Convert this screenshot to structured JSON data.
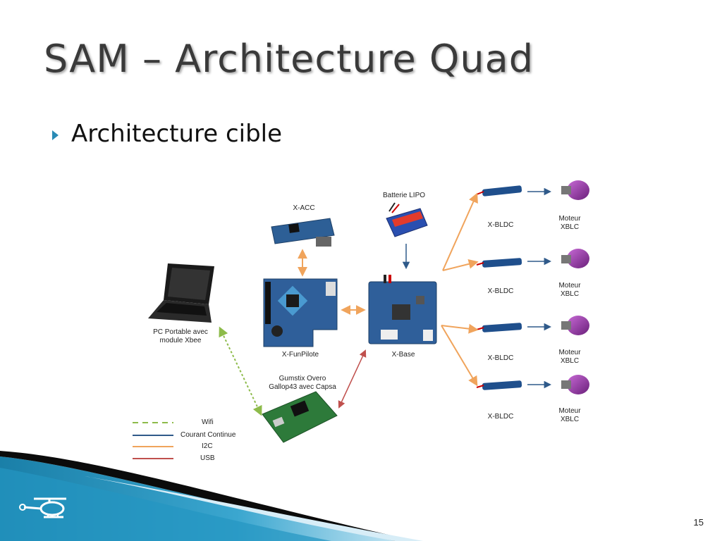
{
  "slide": {
    "title": "SAM – Architecture Quad",
    "bullet": "Architecture cible",
    "page_number": "15"
  },
  "components": {
    "xacc": "X-ACC",
    "battery": "Batterie LIPO",
    "funpilote": "X-FunPilote",
    "xbase": "X-Base",
    "pc_line1": "PC Portable avec",
    "pc_line2": "module Xbee",
    "gumstix_line1": "Gumstix Overo",
    "gumstix_line2": "Gallop43 avec Capsa",
    "bldc": [
      "X-BLDC",
      "X-BLDC",
      "X-BLDC",
      "X-BLDC"
    ],
    "motor_line1": [
      "Moteur",
      "Moteur",
      "Moteur",
      "Moteur"
    ],
    "motor_line2": [
      "XBLC",
      "XBLC",
      "XBLC",
      "XBLC"
    ]
  },
  "legend": [
    {
      "label": "Wifi",
      "color": "#8dbb4a"
    },
    {
      "label": "Courant Continue",
      "color": "#2f5a8a"
    },
    {
      "label": "I2C",
      "color": "#f0a45c"
    },
    {
      "label": "USB",
      "color": "#c0504d"
    }
  ],
  "colors": {
    "wifi": "#8dbb4a",
    "dc": "#2f5a8a",
    "i2c": "#f0a45c",
    "usb": "#c0504d",
    "accent": "#2a8bb5"
  }
}
